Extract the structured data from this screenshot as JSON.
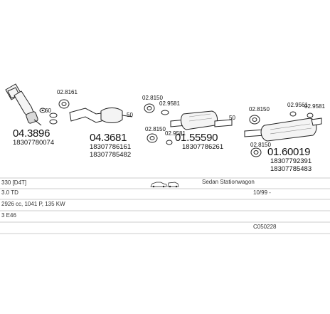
{
  "parts": {
    "cat": {
      "number": "04.3896",
      "oe": "18307780074",
      "clamp": "60"
    },
    "mid": {
      "number": "04.3681",
      "oe1": "18307786161",
      "oe2": "18307785482",
      "clamp_top": "02.8161",
      "clamp_end": "50"
    },
    "front_muffler": {
      "number": "01.55590",
      "oe": "18307786261",
      "clamp1": "02.8150",
      "clamp2": "02.9581",
      "clamp3": "02.8150",
      "clamp4": "02.9581",
      "clamp_end": "50"
    },
    "rear_muffler": {
      "number": "01.60019",
      "oe1": "18307792391",
      "oe2": "18307785483",
      "clamp1": "02.8150",
      "clamp2": "02.9561",
      "clamp3": "02.9581",
      "clamp4": "02.8150"
    }
  },
  "vehicle": {
    "model": "330 [D4T]",
    "body": "Sedan Stationwagon",
    "engine": "3.0 TD",
    "date": "10/99 -",
    "spec": "2926 cc, 1041 P, 135 KW",
    "chassis": "3 E46",
    "code": "C050228"
  },
  "colors": {
    "ink": "#222222",
    "rule": "#bdbdbd"
  },
  "icons": [
    "car-sedan-icon",
    "car-wagon-icon"
  ]
}
